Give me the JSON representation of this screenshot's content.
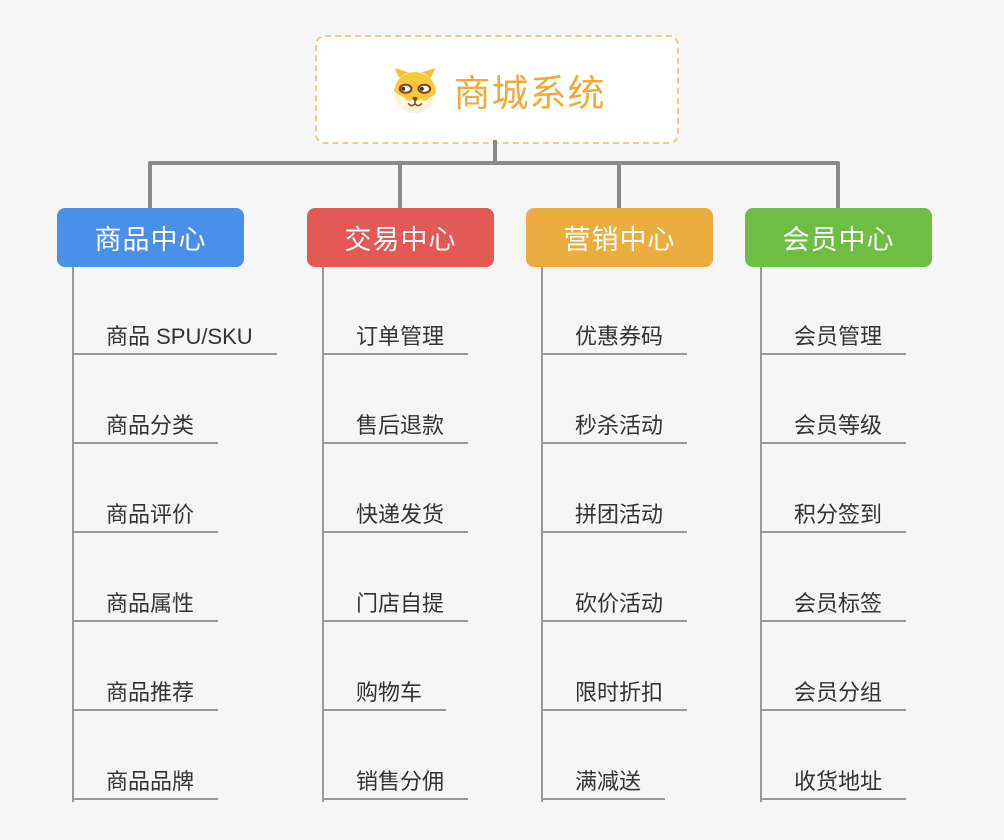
{
  "root": {
    "title": "商城系统",
    "icon": "shiba-dog-icon",
    "title_color": "#F0A93C",
    "border_color": "#F7C885"
  },
  "colors": {
    "background": "#F6F6F6",
    "connector": "#8A8A8A",
    "item_line": "#999999",
    "item_text": "#333333"
  },
  "branches": [
    {
      "label": "商品中心",
      "color": "#4A90E8",
      "items": [
        "商品 SPU/SKU",
        "商品分类",
        "商品评价",
        "商品属性",
        "商品推荐",
        "商品品牌"
      ]
    },
    {
      "label": "交易中心",
      "color": "#E35955",
      "items": [
        "订单管理",
        "售后退款",
        "快递发货",
        "门店自提",
        "购物车",
        "销售分佣"
      ]
    },
    {
      "label": "营销中心",
      "color": "#EBAD3F",
      "items": [
        "优惠券码",
        "秒杀活动",
        "拼团活动",
        "砍价活动",
        "限时折扣",
        "满减送"
      ]
    },
    {
      "label": "会员中心",
      "color": "#6FBE44",
      "items": [
        "会员管理",
        "会员等级",
        "积分签到",
        "会员标签",
        "会员分组",
        "收货地址"
      ]
    }
  ]
}
